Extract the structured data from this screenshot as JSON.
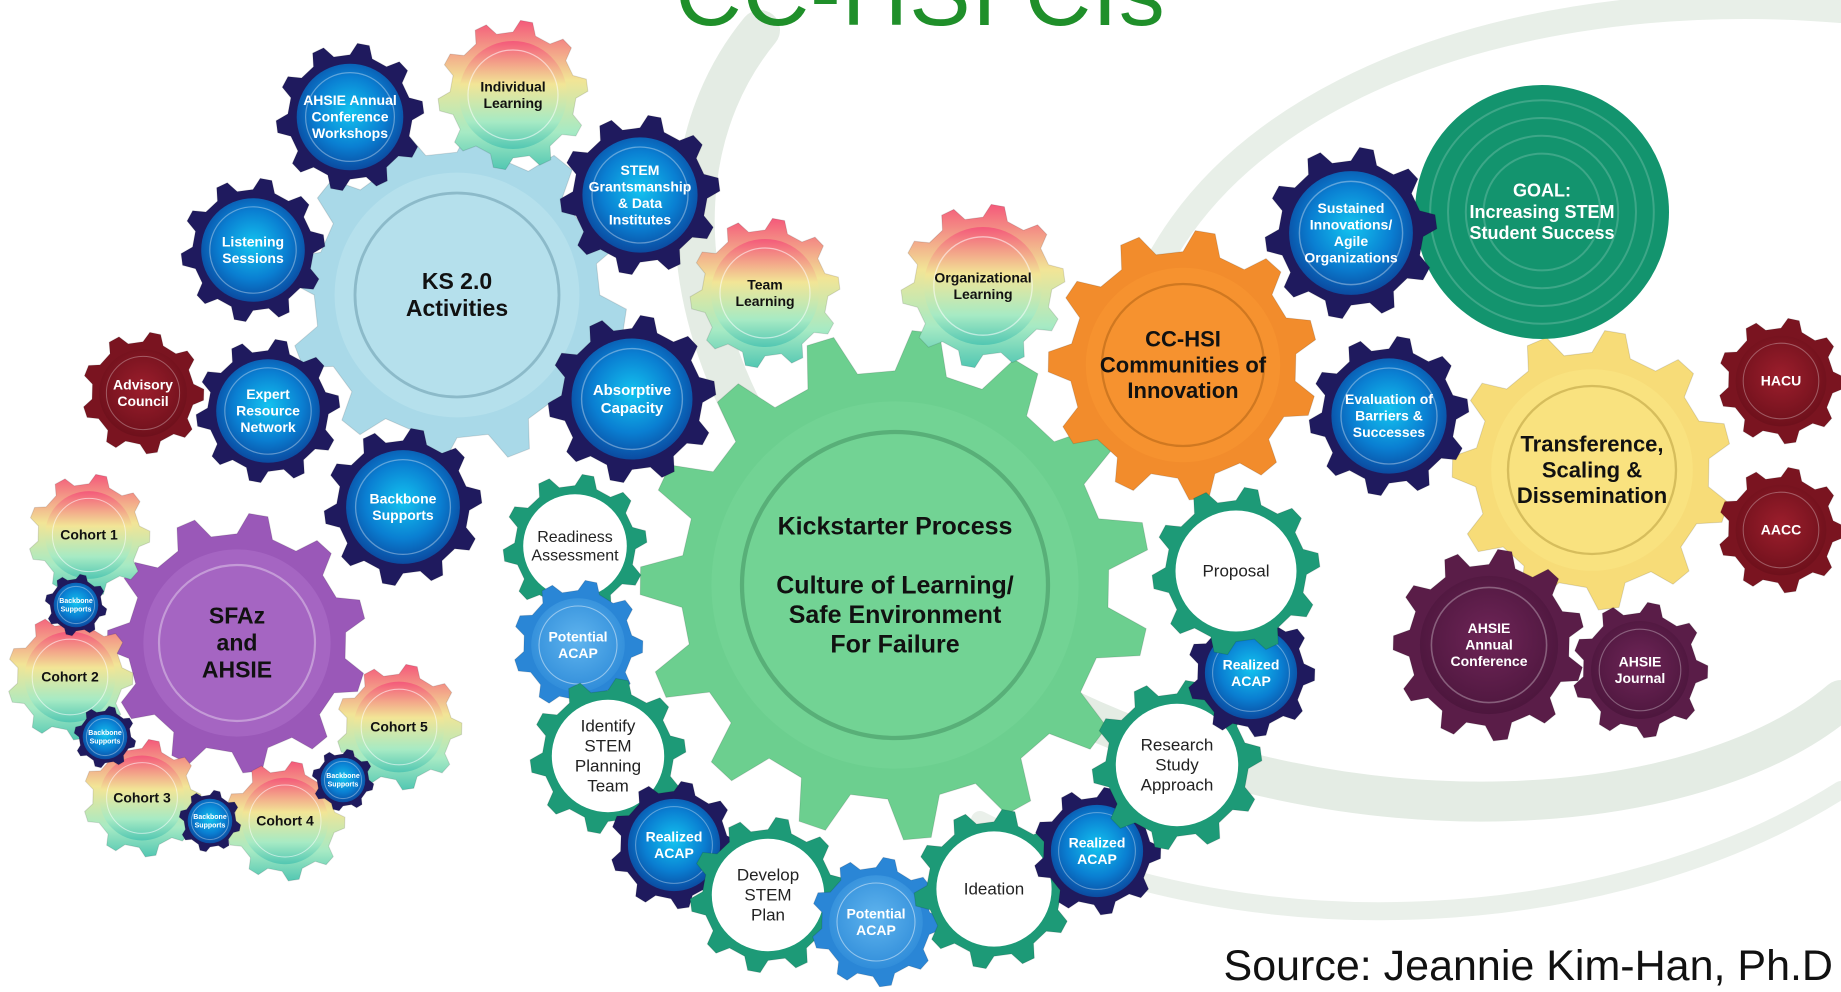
{
  "title": "CC-HSI CIs",
  "source": "Source:  Jeannie Kim-Han, Ph.D",
  "colors": {
    "title": "#1f8f2a",
    "navy_gear": "#1f1a5e",
    "blue_core": "#0e7fd0",
    "maroon": "#7a1420",
    "plum": "#5a1d48",
    "purple": "#9a58b8",
    "light_blue": "#a9d9e8",
    "green_main": "#6ccf8f",
    "teal_gear": "#1d9a77",
    "orange": "#f28c2c",
    "yellow": "#f7dc78",
    "dark_teal": "#12906b"
  },
  "gears": [
    {
      "name": "gear-kickstarter",
      "label": [
        "Kickstarter Process",
        "",
        "Culture of Learning/",
        "Safe Environment",
        "For Failure"
      ],
      "style": "green"
    },
    {
      "name": "gear-ks20",
      "label": [
        "KS 2.0",
        "Activities"
      ],
      "style": "lightblue"
    },
    {
      "name": "gear-sfaz",
      "label": [
        "SFAz",
        "and",
        "AHSIE"
      ],
      "style": "purple"
    },
    {
      "name": "gear-cchsi",
      "label": [
        "CC-HSI",
        "Communities of",
        "Innovation"
      ],
      "style": "orange"
    },
    {
      "name": "gear-transference",
      "label": [
        "Transference,",
        "Scaling &",
        "Dissemination"
      ],
      "style": "yellow"
    },
    {
      "name": "gear-goal",
      "label": [
        "GOAL:",
        "Increasing STEM",
        "Student Success"
      ],
      "style": "darkteal"
    },
    {
      "name": "gear-ahsie-workshops",
      "label": [
        "AHSIE Annual",
        "Conference",
        "Workshops"
      ],
      "style": "navy"
    },
    {
      "name": "gear-individual-learning",
      "label": [
        "Individual",
        "Learning"
      ],
      "style": "rainbow"
    },
    {
      "name": "gear-stem-grantsmanship",
      "label": [
        "STEM",
        "Grantsmanship",
        "& Data",
        "Institutes"
      ],
      "style": "navy"
    },
    {
      "name": "gear-listening-sessions",
      "label": [
        "Listening",
        "Sessions"
      ],
      "style": "navy"
    },
    {
      "name": "gear-team-learning",
      "label": [
        "Team",
        "Learning"
      ],
      "style": "rainbow"
    },
    {
      "name": "gear-organizational-learning",
      "label": [
        "Organizational",
        "Learning"
      ],
      "style": "rainbow"
    },
    {
      "name": "gear-sustained-innovations",
      "label": [
        "Sustained",
        "Innovations/",
        "Agile",
        "Organizations"
      ],
      "style": "navy"
    },
    {
      "name": "gear-advisory-council",
      "label": [
        "Advisory",
        "Council"
      ],
      "style": "maroon"
    },
    {
      "name": "gear-expert-resource",
      "label": [
        "Expert",
        "Resource",
        "Network"
      ],
      "style": "navy"
    },
    {
      "name": "gear-absorptive-capacity",
      "label": [
        "Absorptive",
        "Capacity"
      ],
      "style": "navy"
    },
    {
      "name": "gear-evaluation-barriers",
      "label": [
        "Evaluation of",
        "Barriers &",
        "Successes"
      ],
      "style": "navy"
    },
    {
      "name": "gear-backbone-supports-main",
      "label": [
        "Backbone",
        "Supports"
      ],
      "style": "navy"
    },
    {
      "name": "gear-cohort-1",
      "label": [
        "Cohort 1"
      ],
      "style": "rainbow"
    },
    {
      "name": "gear-cohort-2",
      "label": [
        "Cohort 2"
      ],
      "style": "rainbow"
    },
    {
      "name": "gear-cohort-3",
      "label": [
        "Cohort 3"
      ],
      "style": "rainbow"
    },
    {
      "name": "gear-cohort-4",
      "label": [
        "Cohort 4"
      ],
      "style": "rainbow"
    },
    {
      "name": "gear-cohort-5",
      "label": [
        "Cohort 5"
      ],
      "style": "rainbow"
    },
    {
      "name": "gear-backbone-small-1",
      "label": [
        "Backbone",
        "Supports"
      ],
      "style": "navy"
    },
    {
      "name": "gear-backbone-small-2",
      "label": [
        "Backbone",
        "Supports"
      ],
      "style": "navy"
    },
    {
      "name": "gear-backbone-small-3",
      "label": [
        "Backbone",
        "Supports"
      ],
      "style": "navy"
    },
    {
      "name": "gear-backbone-small-4",
      "label": [
        "Backbone",
        "Supports"
      ],
      "style": "navy"
    },
    {
      "name": "gear-readiness",
      "label": [
        "Readiness",
        "Assessment"
      ],
      "style": "teal"
    },
    {
      "name": "gear-potential-acap-left",
      "label": [
        "Potential",
        "ACAP"
      ],
      "style": "blue"
    },
    {
      "name": "gear-identify-stem",
      "label": [
        "Identify",
        "STEM",
        "Planning",
        "Team"
      ],
      "style": "teal"
    },
    {
      "name": "gear-realized-acap-1",
      "label": [
        "Realized",
        "ACAP"
      ],
      "style": "navy"
    },
    {
      "name": "gear-develop-stem",
      "label": [
        "Develop",
        "STEM",
        "Plan"
      ],
      "style": "teal"
    },
    {
      "name": "gear-potential-acap-bottom",
      "label": [
        "Potential",
        "ACAP"
      ],
      "style": "blue"
    },
    {
      "name": "gear-ideation",
      "label": [
        "Ideation"
      ],
      "style": "teal"
    },
    {
      "name": "gear-realized-acap-2",
      "label": [
        "Realized",
        "ACAP"
      ],
      "style": "navy"
    },
    {
      "name": "gear-research-study",
      "label": [
        "Research",
        "Study",
        "Approach"
      ],
      "style": "teal"
    },
    {
      "name": "gear-realized-acap-3",
      "label": [
        "Realized",
        "ACAP"
      ],
      "style": "navy"
    },
    {
      "name": "gear-proposal",
      "label": [
        "Proposal"
      ],
      "style": "teal"
    },
    {
      "name": "gear-hacu",
      "label": [
        "HACU"
      ],
      "style": "maroon"
    },
    {
      "name": "gear-aacc",
      "label": [
        "AACC"
      ],
      "style": "maroon"
    },
    {
      "name": "gear-ahsie-conference",
      "label": [
        "AHSIE",
        "Annual",
        "Conference"
      ],
      "style": "plum"
    },
    {
      "name": "gear-ahsie-journal",
      "label": [
        "AHSIE",
        "Journal"
      ],
      "style": "plum"
    }
  ]
}
